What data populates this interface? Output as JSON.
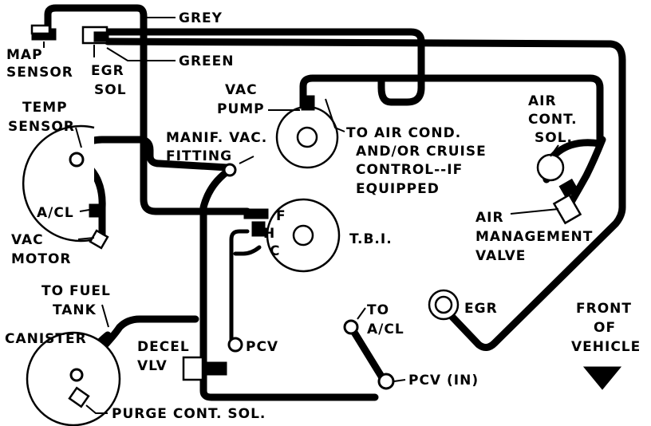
{
  "labels": {
    "grey": "GREY",
    "green": "GREEN",
    "map_sensor_1": "MAP",
    "map_sensor_2": "SENSOR",
    "egr_sol_1": "EGR",
    "egr_sol_2": "SOL",
    "vac_pump_1": "VAC",
    "vac_pump_2": "PUMP",
    "air_cond_1": "TO AIR COND.",
    "air_cond_2": "AND/OR CRUISE",
    "air_cond_3": "CONTROL--IF",
    "air_cond_4": "EQUIPPED",
    "air_cont_sol_1": "AIR",
    "air_cont_sol_2": "CONT.",
    "air_cont_sol_3": "SOL.",
    "temp_sensor_1": "TEMP",
    "temp_sensor_2": "SENSOR",
    "manif_vac_1": "MANIF. VAC.",
    "manif_vac_2": "FITTING",
    "acl": "A/CL",
    "vac_motor_1": "VAC",
    "vac_motor_2": "MOTOR",
    "tbi_f": "F",
    "tbi_h": "H",
    "tbi_c": "C",
    "tbi": "T.B.I.",
    "air_mgmt_1": "AIR",
    "air_mgmt_2": "MANAGEMENT",
    "air_mgmt_3": "VALVE",
    "fuel_tank_1": "TO FUEL",
    "fuel_tank_2": "TANK",
    "canister": "CANISTER",
    "decel_1": "DECEL",
    "decel_2": "VLV",
    "pcv": "PCV",
    "to_acl_1": "TO",
    "to_acl_2": "A/CL",
    "egr": "EGR",
    "pcv_in": "PCV (IN)",
    "front_1": "FRONT",
    "front_2": "OF",
    "front_3": "VEHICLE",
    "purge": "PURGE CONT. SOL."
  }
}
